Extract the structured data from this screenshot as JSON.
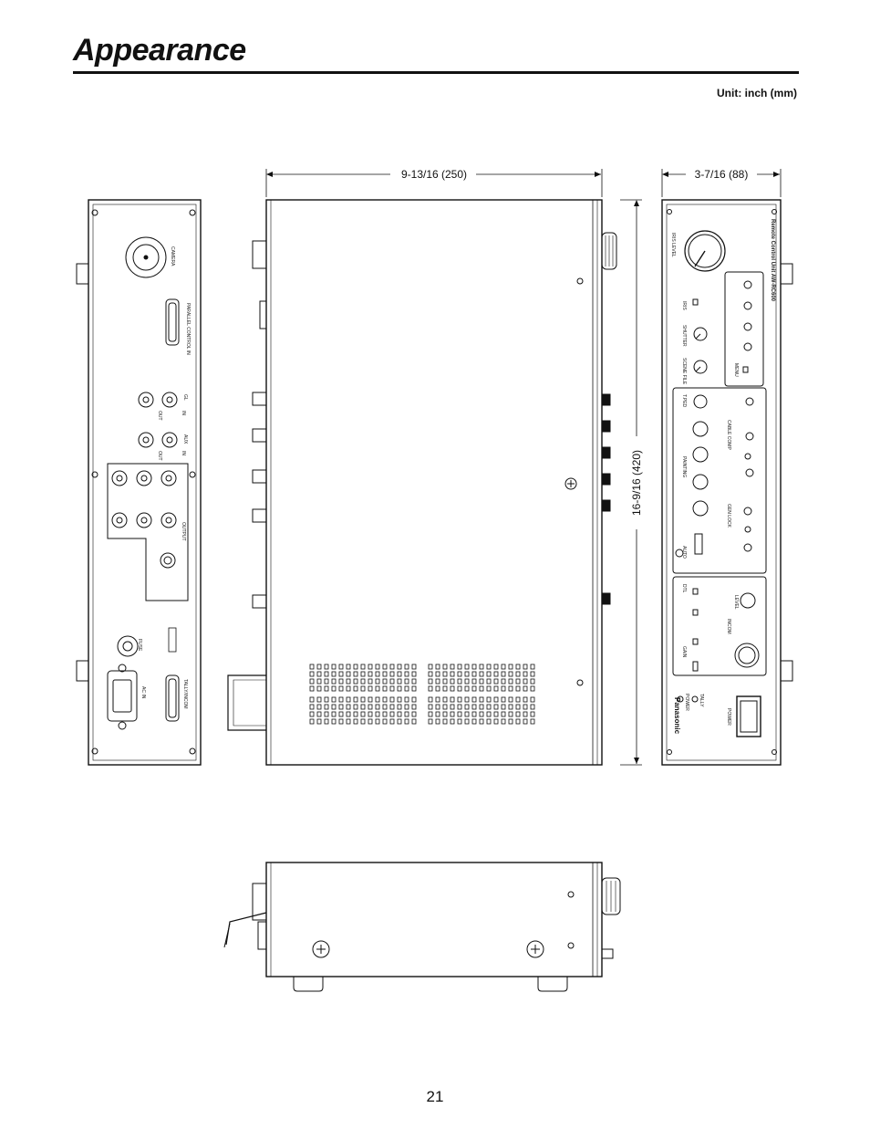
{
  "page": {
    "title": "Appearance",
    "unit_note": "Unit: inch (mm)",
    "page_number": "21"
  },
  "dimensions": {
    "depth": "9-13/16 (250)",
    "width": "3-7/16 (88)",
    "height": "16-9/16 (420)"
  },
  "rear_panel_labels": {
    "camera": "CAMERA",
    "parallel_control_in": "PARALLEL CONTROL IN",
    "gl": "GL",
    "out": "OUT",
    "in": "IN",
    "aux": "AUX",
    "output": "OUTPUT",
    "ac_in": "AC IN",
    "tally_incom": "TALLY/INCOM",
    "fuse": "FUSE"
  },
  "front_panel_labels": {
    "model": "Remote Control Unit  AW-RC600",
    "iris_level": "IRIS LEVEL",
    "iris": "IRIS",
    "shutter": "SHUTTER",
    "scene_file": "SCENE FILE",
    "menu": "MENU",
    "t_ped": "T.PED",
    "painting": "PAINTING",
    "cable_comp": "CABLE COMP",
    "gen_lock": "GEN LOCK",
    "auto": "AUTO",
    "dtl": "DTL",
    "gain": "GAIN",
    "intercom": "INCOM",
    "level": "LEVEL",
    "power": "POWER",
    "tally": "TALLY",
    "brand": "Panasonic"
  }
}
